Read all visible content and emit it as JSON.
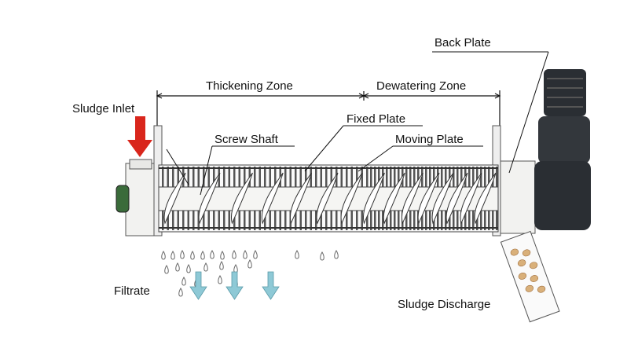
{
  "labels": {
    "back_plate": "Back Plate",
    "thickening_zone": "Thickening Zone",
    "dewatering_zone": "Dewatering Zone",
    "sludge_inlet": "Sludge Inlet",
    "fixed_plate": "Fixed Plate",
    "screw_shaft": "Screw Shaft",
    "moving_plate": "Moving Plate",
    "filtrate": "Filtrate",
    "sludge_discharge": "Sludge Discharge"
  },
  "colors": {
    "inlet_arrow": "#d9261c",
    "filtrate_arrow": "#8ec9d6",
    "motor": "#2a2e33",
    "end_cap": "#3a6b3a"
  }
}
